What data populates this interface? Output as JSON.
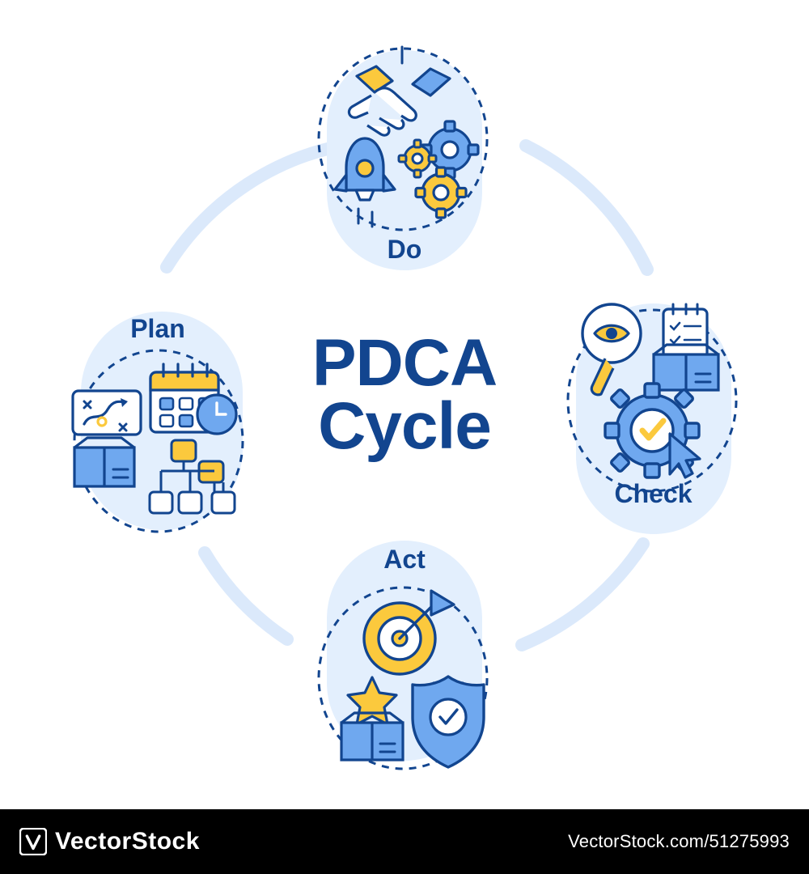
{
  "diagram": {
    "title_line1": "PDCA",
    "title_line2": "Cycle",
    "colors": {
      "deep_blue": "#12458f",
      "mid_blue": "#6fa8ef",
      "light_blue_bg": "#dfeaff",
      "yellow": "#fbc93d",
      "white": "#ffffff"
    },
    "nodes": [
      {
        "id": "plan",
        "label": "Plan",
        "icons": [
          "strategy-board-icon",
          "calendar-icon",
          "clock-icon",
          "open-box-icon",
          "hierarchy-flow-icon"
        ]
      },
      {
        "id": "do",
        "label": "Do",
        "icons": [
          "handshake-icon",
          "rocket-icon",
          "gears-icon"
        ]
      },
      {
        "id": "check",
        "label": "Check",
        "icons": [
          "magnifier-eye-icon",
          "checklist-box-icon",
          "gear-check-icon",
          "cursor-icon"
        ]
      },
      {
        "id": "act",
        "label": "Act",
        "icons": [
          "target-arrow-flag-icon",
          "star-icon",
          "open-box-icon",
          "shield-check-badge-icon"
        ]
      }
    ],
    "arcs": [
      "arc-top-left",
      "arc-top-right",
      "arc-bottom-right",
      "arc-bottom-left"
    ]
  },
  "footer": {
    "brand": "VectorStock",
    "credit": "VectorStock.com/51275993"
  }
}
